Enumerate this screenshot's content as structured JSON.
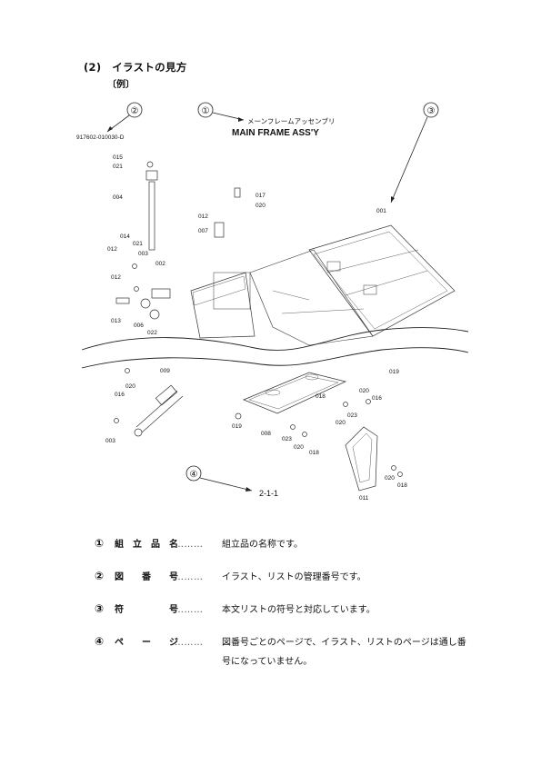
{
  "section": {
    "heading": "(2)　イラストの見方",
    "subheading": "〔例〕"
  },
  "diagram": {
    "callouts": [
      "②",
      "①",
      "③",
      "④"
    ],
    "title_jp": "メーンフレームアッセンブリ",
    "title_en": "MAIN FRAME ASS'Y",
    "drawing_number": "917602-010030-D",
    "page_ref": "2-1-1",
    "part_labels": [
      "015",
      "021",
      "004",
      "017",
      "020",
      "012",
      "007",
      "001",
      "014",
      "021",
      "012",
      "003",
      "002",
      "012",
      "013",
      "006",
      "022",
      "019",
      "009",
      "016",
      "020",
      "003",
      "018",
      "020",
      "016",
      "023",
      "020",
      "019",
      "008",
      "023",
      "020",
      "018",
      "020",
      "018",
      "011"
    ]
  },
  "legend": [
    {
      "num": "①",
      "term": "組　立　品　名",
      "dots": "………",
      "desc": "組立品の名称です。"
    },
    {
      "num": "②",
      "term": "図　　番　　号",
      "dots": "………",
      "desc": "イラスト、リストの管理番号です。"
    },
    {
      "num": "③",
      "term": "符　　　　　号",
      "dots": "………",
      "desc": "本文リストの符号と対応しています。"
    },
    {
      "num": "④",
      "term": "ペ　　ー　　ジ",
      "dots": "………",
      "desc": "図番号ごとのページで、イラスト、リストのページは通し番",
      "desc_cont": "号になっていません。"
    }
  ]
}
